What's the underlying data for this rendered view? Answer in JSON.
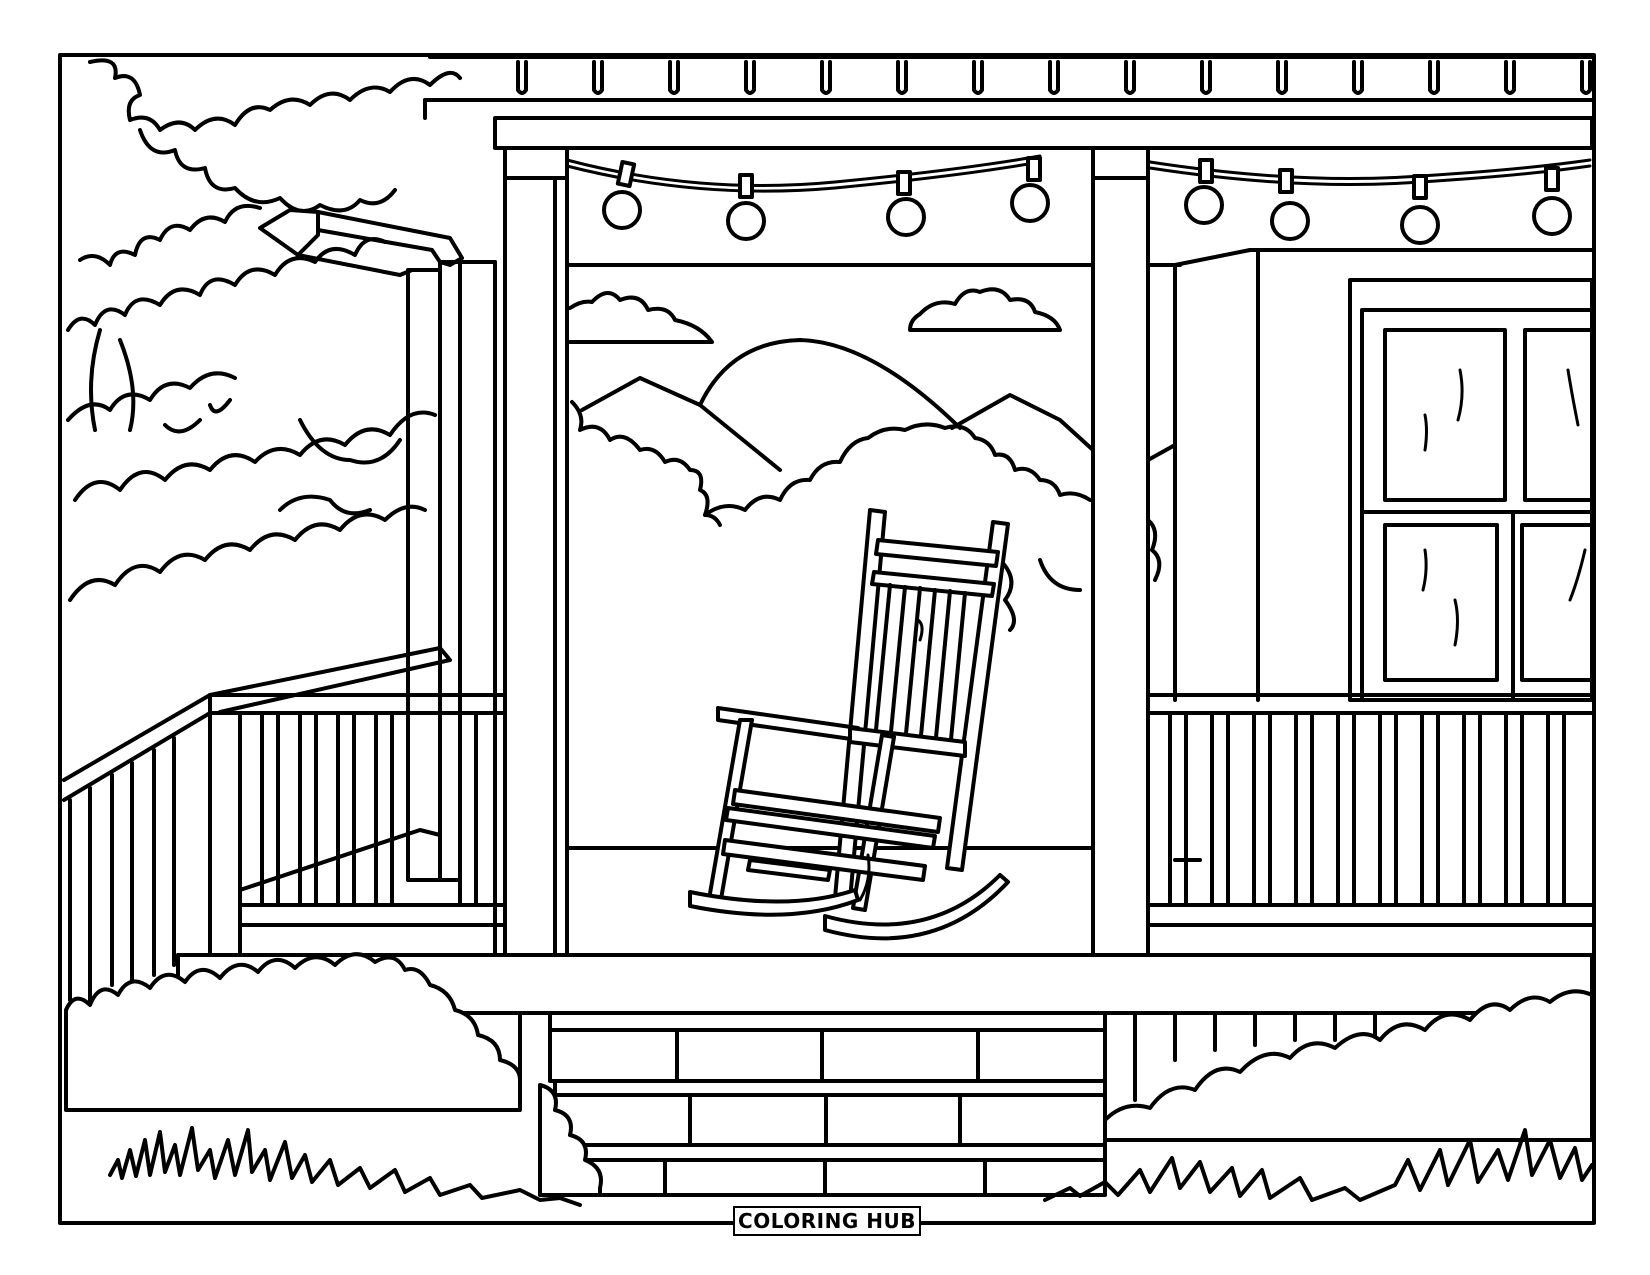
{
  "page": {
    "watermark": "COLORING HUB",
    "style": "black line art on white"
  },
  "colors": {
    "line": "#000000",
    "background": "#ffffff"
  },
  "icons": {
    "scene": "porch-rocking-chair-illustration",
    "chair": "rocking-chair-icon",
    "lights": "string-lights-icon",
    "sun": "sun-icon"
  }
}
